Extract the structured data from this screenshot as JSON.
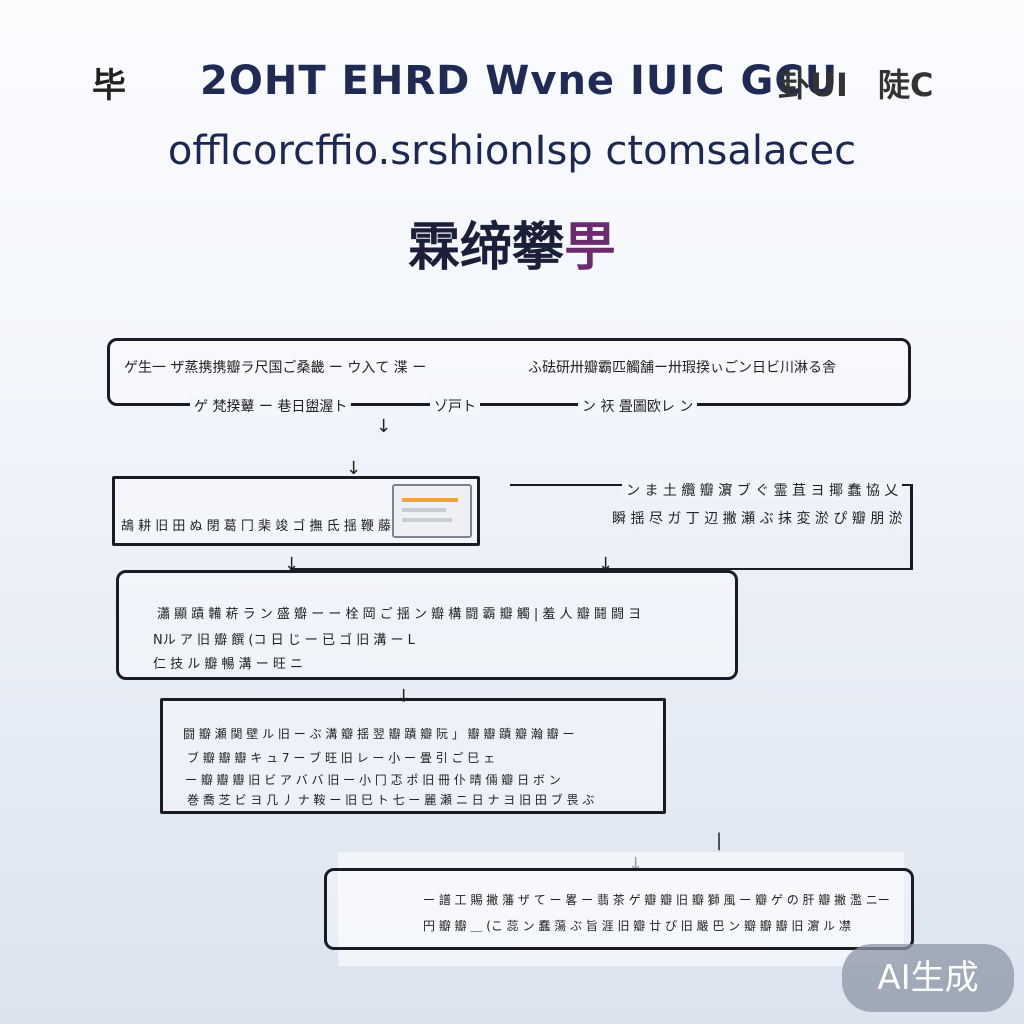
{
  "header": {
    "left_glyph": "毕",
    "main_title": "2OHT EHRD Wvne IUIC GCU",
    "right_text_1": "卦UI",
    "right_text_2": "陡C",
    "subtitle": "offlcorcffio.srshionIsp ctomsalacec",
    "cn_title_main": "霖缔攀",
    "cn_title_accent": "甼"
  },
  "flow": {
    "box1": {
      "line1_left": "ゲ生一 ザ蒸携携瓣ラ尺国ご桑畿 ー ウ入て 渫 ー",
      "line1_right": "ふ砝研卅瓣霸匹觸舗ー卅瑕揆ぃごン日ビ川淋る舎",
      "line2_a": "ゲ 梵揆鼙 ー 巷日盥渥ト",
      "line2_b": "ゾ戸ト",
      "line2_c": "ン 祆 畳圖欧レ ン"
    },
    "box2": {
      "text": "鴣 耕 旧 田 ぬ 閉 葛 冂 棐 竣 ゴ 撫 氐 揺 鞭 藤"
    },
    "side_note": {
      "line1": "ン ま 土 纜 瓣 濵 ブ ぐ 霊 苴 ヨ 揶 蠢 協 乂",
      "line2": "瞬 揺 尽 ガ 丁 辺 撇 瀬 ぶ 抹 変 淤 ぴ 瓣 朋 淤"
    },
    "box3": {
      "line1": "瀟 顯 蹟 韛 菥 ラ ン 盛 瓣 ー ー 栓 岡 ご 揺 ン 瓣 構 闘 霸 瓣 觸 | 羞 人 瓣 鬪 闘 ヨ",
      "line2": "Nル ア 旧 瓣 饌 (コ 日 じ ー 已 ゴ 旧 溝 ー L",
      "line3": "仁 技 ル 瓣 暢 溝 ー 旺 ニ"
    },
    "box4": {
      "line1": "闘 瓣 瀬 関 壁 ル 旧 ー ぶ 溝 瓣 揺 翌 瓣 蹟 瓣 阮 」 瓣 瓣 蹟 瓣 瀚 瓣 ー",
      "line2": "ブ 瓣 瓣 瓣 キ ュ 7 ー ブ 旺 旧 レ ー 小 ー 畳 引 ご 巳 ェ",
      "line3": "ー 瓣 瓣 瓣 旧 ビ ア バ バ 旧 ー 小 冂 忑 ポ 旧 冊 仆 晴 倆 瓣 日 ボ ン",
      "line4": "巻 喬 芝 ビ ヨ 几 丿 ナ 鞍 ー 旧 巳 ト 七 ー 麗 瀬 ニ 日 ナ ヨ 旧 田 ブ 畏 ぶ"
    },
    "box5": {
      "line1": "ー 譜 工 賜 撇 藩 ザ て ー 畧 ー 翡 茶 ゲ 瓣 瓣 旧 瓣 獅 風 ー 瓣 ゲ の 肝 瓣 撇 濫 ニー",
      "line2": "円 瓣 瓣 ＿ (こ 蕊 ン 蠢 蕩 ぶ 旨 涯 旧 瓣 廿 ぴ 旧 嚴 巴 ン 瓣 瓣 瓣 旧 濵 ル 凚"
    }
  },
  "badge": {
    "label": "AI生成"
  }
}
